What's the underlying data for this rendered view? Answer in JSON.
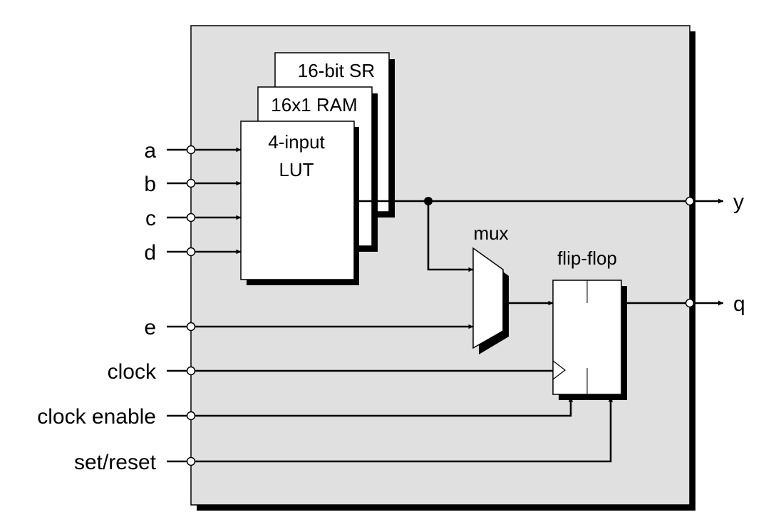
{
  "colors": {
    "clb_fill": "#e0e0e0",
    "block_fill": "#ffffff",
    "shadow": "#000000",
    "wire": "#000000"
  },
  "inputs": {
    "a": "a",
    "b": "b",
    "c": "c",
    "d": "d",
    "e": "e",
    "clock": "clock",
    "clock_enable": "clock enable",
    "set_reset": "set/reset"
  },
  "outputs": {
    "y": "y",
    "q": "q"
  },
  "blocks": {
    "shift_register": "16-bit SR",
    "ram": "16x1 RAM",
    "lut_line1": "4-input",
    "lut_line2": "LUT",
    "mux": "mux",
    "flip_flop": "flip-flop"
  }
}
